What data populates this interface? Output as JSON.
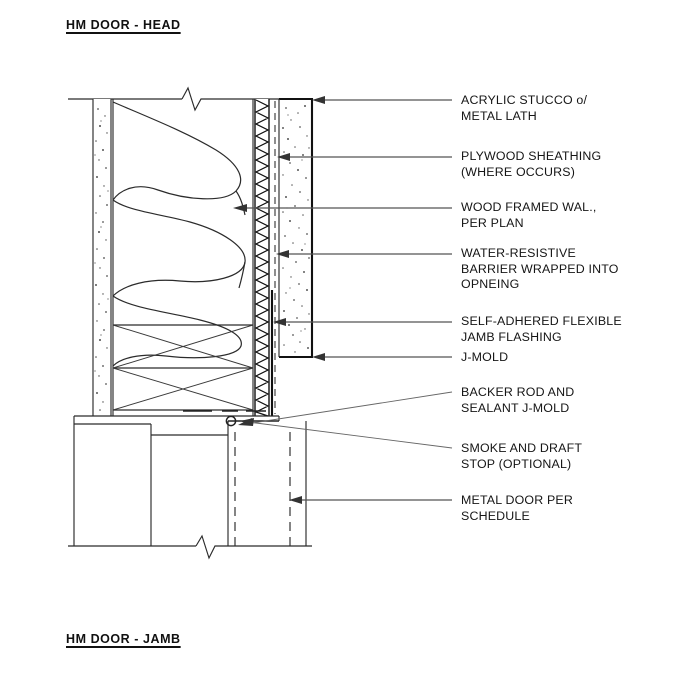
{
  "sheet": {
    "title_top": "HM DOOR - HEAD",
    "title_bottom": "HM DOOR - JAMB"
  },
  "annotations": [
    {
      "id": "acrylic-stucco",
      "lines": [
        "ACRYLIC STUCCO o/",
        "METAL LATH"
      ]
    },
    {
      "id": "plywood-sheathing",
      "lines": [
        "PLYWOOD SHEATHING",
        "(WHERE OCCURS)"
      ]
    },
    {
      "id": "wood-framed-wall",
      "lines": [
        "WOOD FRAMED WAL.,",
        "PER PLAN"
      ]
    },
    {
      "id": "water-resistive-barrier",
      "lines": [
        "WATER-RESISTIVE",
        "BARRIER WRAPPED INTO",
        "OPNEING"
      ]
    },
    {
      "id": "self-adhered-flashing",
      "lines": [
        "SELF-ADHERED FLEXIBLE",
        "JAMB FLASHING"
      ]
    },
    {
      "id": "j-mold",
      "lines": [
        "J-MOLD"
      ]
    },
    {
      "id": "backer-rod",
      "lines": [
        "BACKER ROD AND",
        "SEALANT J-MOLD"
      ]
    },
    {
      "id": "smoke-draft-stop",
      "lines": [
        "SMOKE AND DRAFT",
        "STOP (OPTIONAL)"
      ]
    },
    {
      "id": "metal-door",
      "lines": [
        "METAL DOOR PER",
        "SCHEDULE"
      ]
    }
  ],
  "colors": {
    "ink": "#1a1a1a",
    "line": "#2b2b2b",
    "leader": "#555555",
    "paper": "#ffffff"
  }
}
